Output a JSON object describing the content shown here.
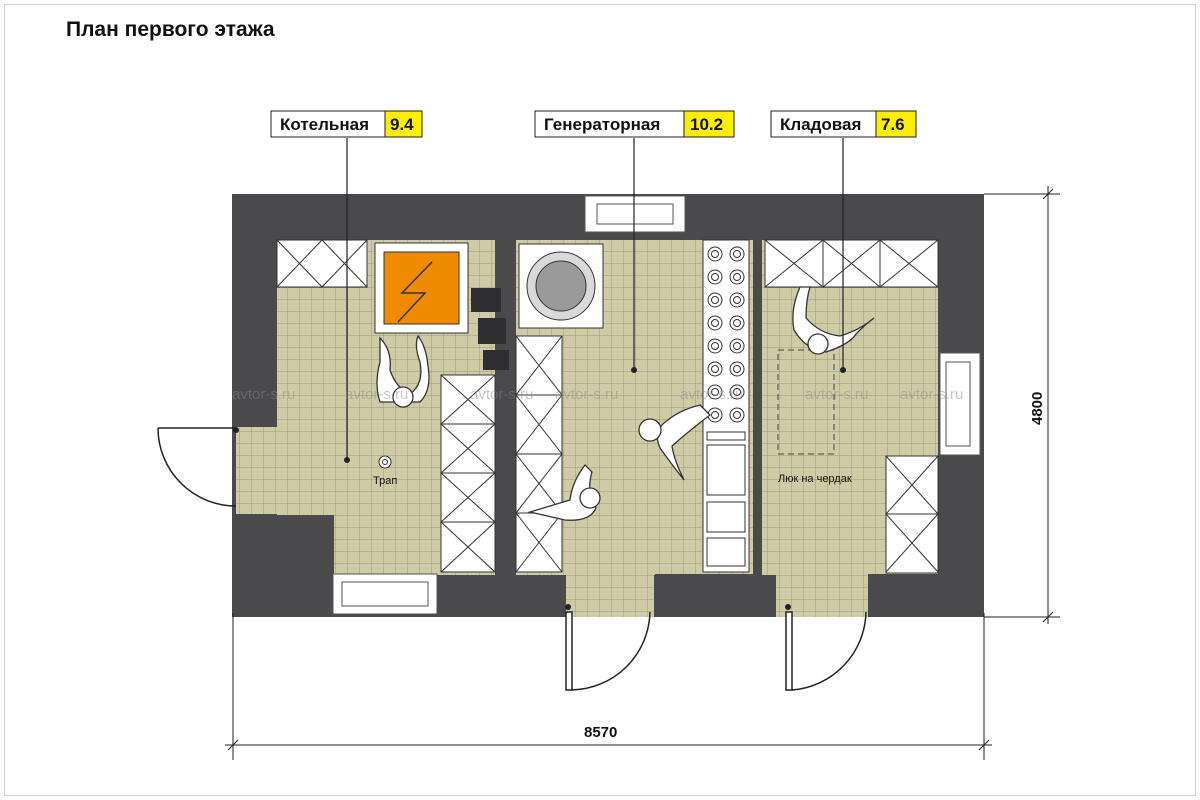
{
  "title": "План первого этажа",
  "rooms": [
    {
      "name": "Котельная",
      "area": "9.4"
    },
    {
      "name": "Генераторная",
      "area": "10.2"
    },
    {
      "name": "Кладовая",
      "area": "7.6"
    }
  ],
  "labels": {
    "drain": "Трап",
    "hatch": "Люк на чердак"
  },
  "dimensions": {
    "width": "8570",
    "height": "4800"
  },
  "watermark": "avtor-s.ru",
  "colors": {
    "wall": "#4a4a4d",
    "floor_tile": "#cfcba6",
    "label_highlight": "#ffee00",
    "boiler": "#f08a00"
  }
}
